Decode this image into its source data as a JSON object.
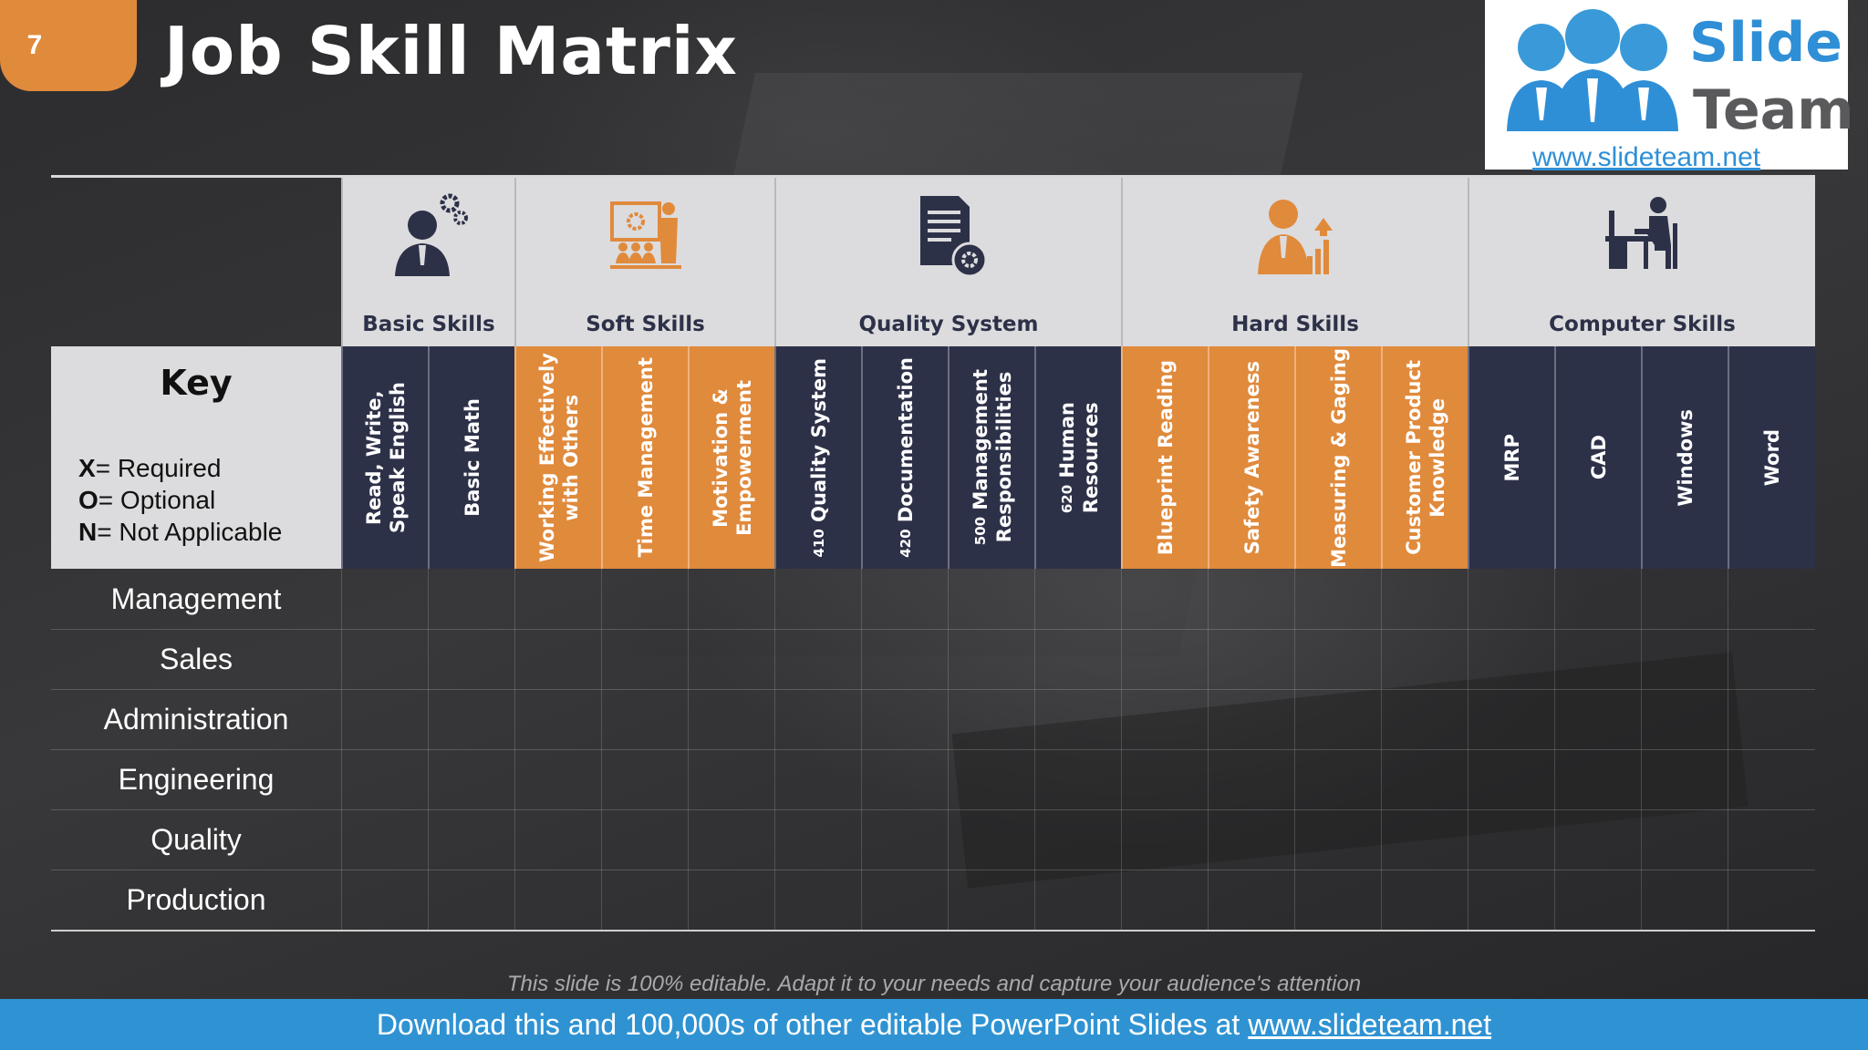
{
  "slide": {
    "number": "7",
    "title": "Job Skill Matrix"
  },
  "logo": {
    "line1": "Slide",
    "line2": "Team",
    "url": "www.slideteam.net",
    "icon": "people-group-logo-icon"
  },
  "key": {
    "title": "Key",
    "items": [
      {
        "symbol": "X",
        "text": "= Required"
      },
      {
        "symbol": "O",
        "text": "= Optional"
      },
      {
        "symbol": "N",
        "text": "= Not Applicable"
      }
    ]
  },
  "categories": [
    {
      "label": "Basic Skills",
      "icon": "businessman-gears-icon"
    },
    {
      "label": "Soft Skills",
      "icon": "presentation-board-icon"
    },
    {
      "label": "Quality System",
      "icon": "document-gear-icon"
    },
    {
      "label": "Hard Skills",
      "icon": "person-growth-chart-icon"
    },
    {
      "label": "Computer Skills",
      "icon": "person-at-computer-icon"
    }
  ],
  "skills": [
    {
      "code": "",
      "label": "Read, Write,\nSpeak English"
    },
    {
      "code": "",
      "label": "Basic Math"
    },
    {
      "code": "",
      "label": "Working Effectively\nwith Others"
    },
    {
      "code": "",
      "label": "Time Management"
    },
    {
      "code": "",
      "label": "Motivation &\nEmpowerment"
    },
    {
      "code": "410",
      "label": "Quality System"
    },
    {
      "code": "420",
      "label": "Documentation"
    },
    {
      "code": "500",
      "label": "Management\nResponsibilities"
    },
    {
      "code": "620",
      "label": "Human\nResources"
    },
    {
      "code": "",
      "label": "Blueprint Reading"
    },
    {
      "code": "",
      "label": "Safety Awareness"
    },
    {
      "code": "",
      "label": "Measuring & Gaging"
    },
    {
      "code": "",
      "label": "Customer Product\nKnowledge"
    },
    {
      "code": "",
      "label": "MRP"
    },
    {
      "code": "",
      "label": "CAD"
    },
    {
      "code": "",
      "label": "Windows"
    },
    {
      "code": "",
      "label": "Word"
    }
  ],
  "rows": [
    "Management",
    "Sales",
    "Administration",
    "Engineering",
    "Quality",
    "Production"
  ],
  "colors": {
    "navy": "#2d3148",
    "orange": "#e08a3c",
    "accent_blue": "#2f93d3"
  },
  "footer": {
    "note": "This slide is 100% editable. Adapt it to your needs and capture your audience's attention",
    "download_text": "Download this and 100,000s of other editable PowerPoint Slides at",
    "download_link": "www.slideteam.net"
  }
}
